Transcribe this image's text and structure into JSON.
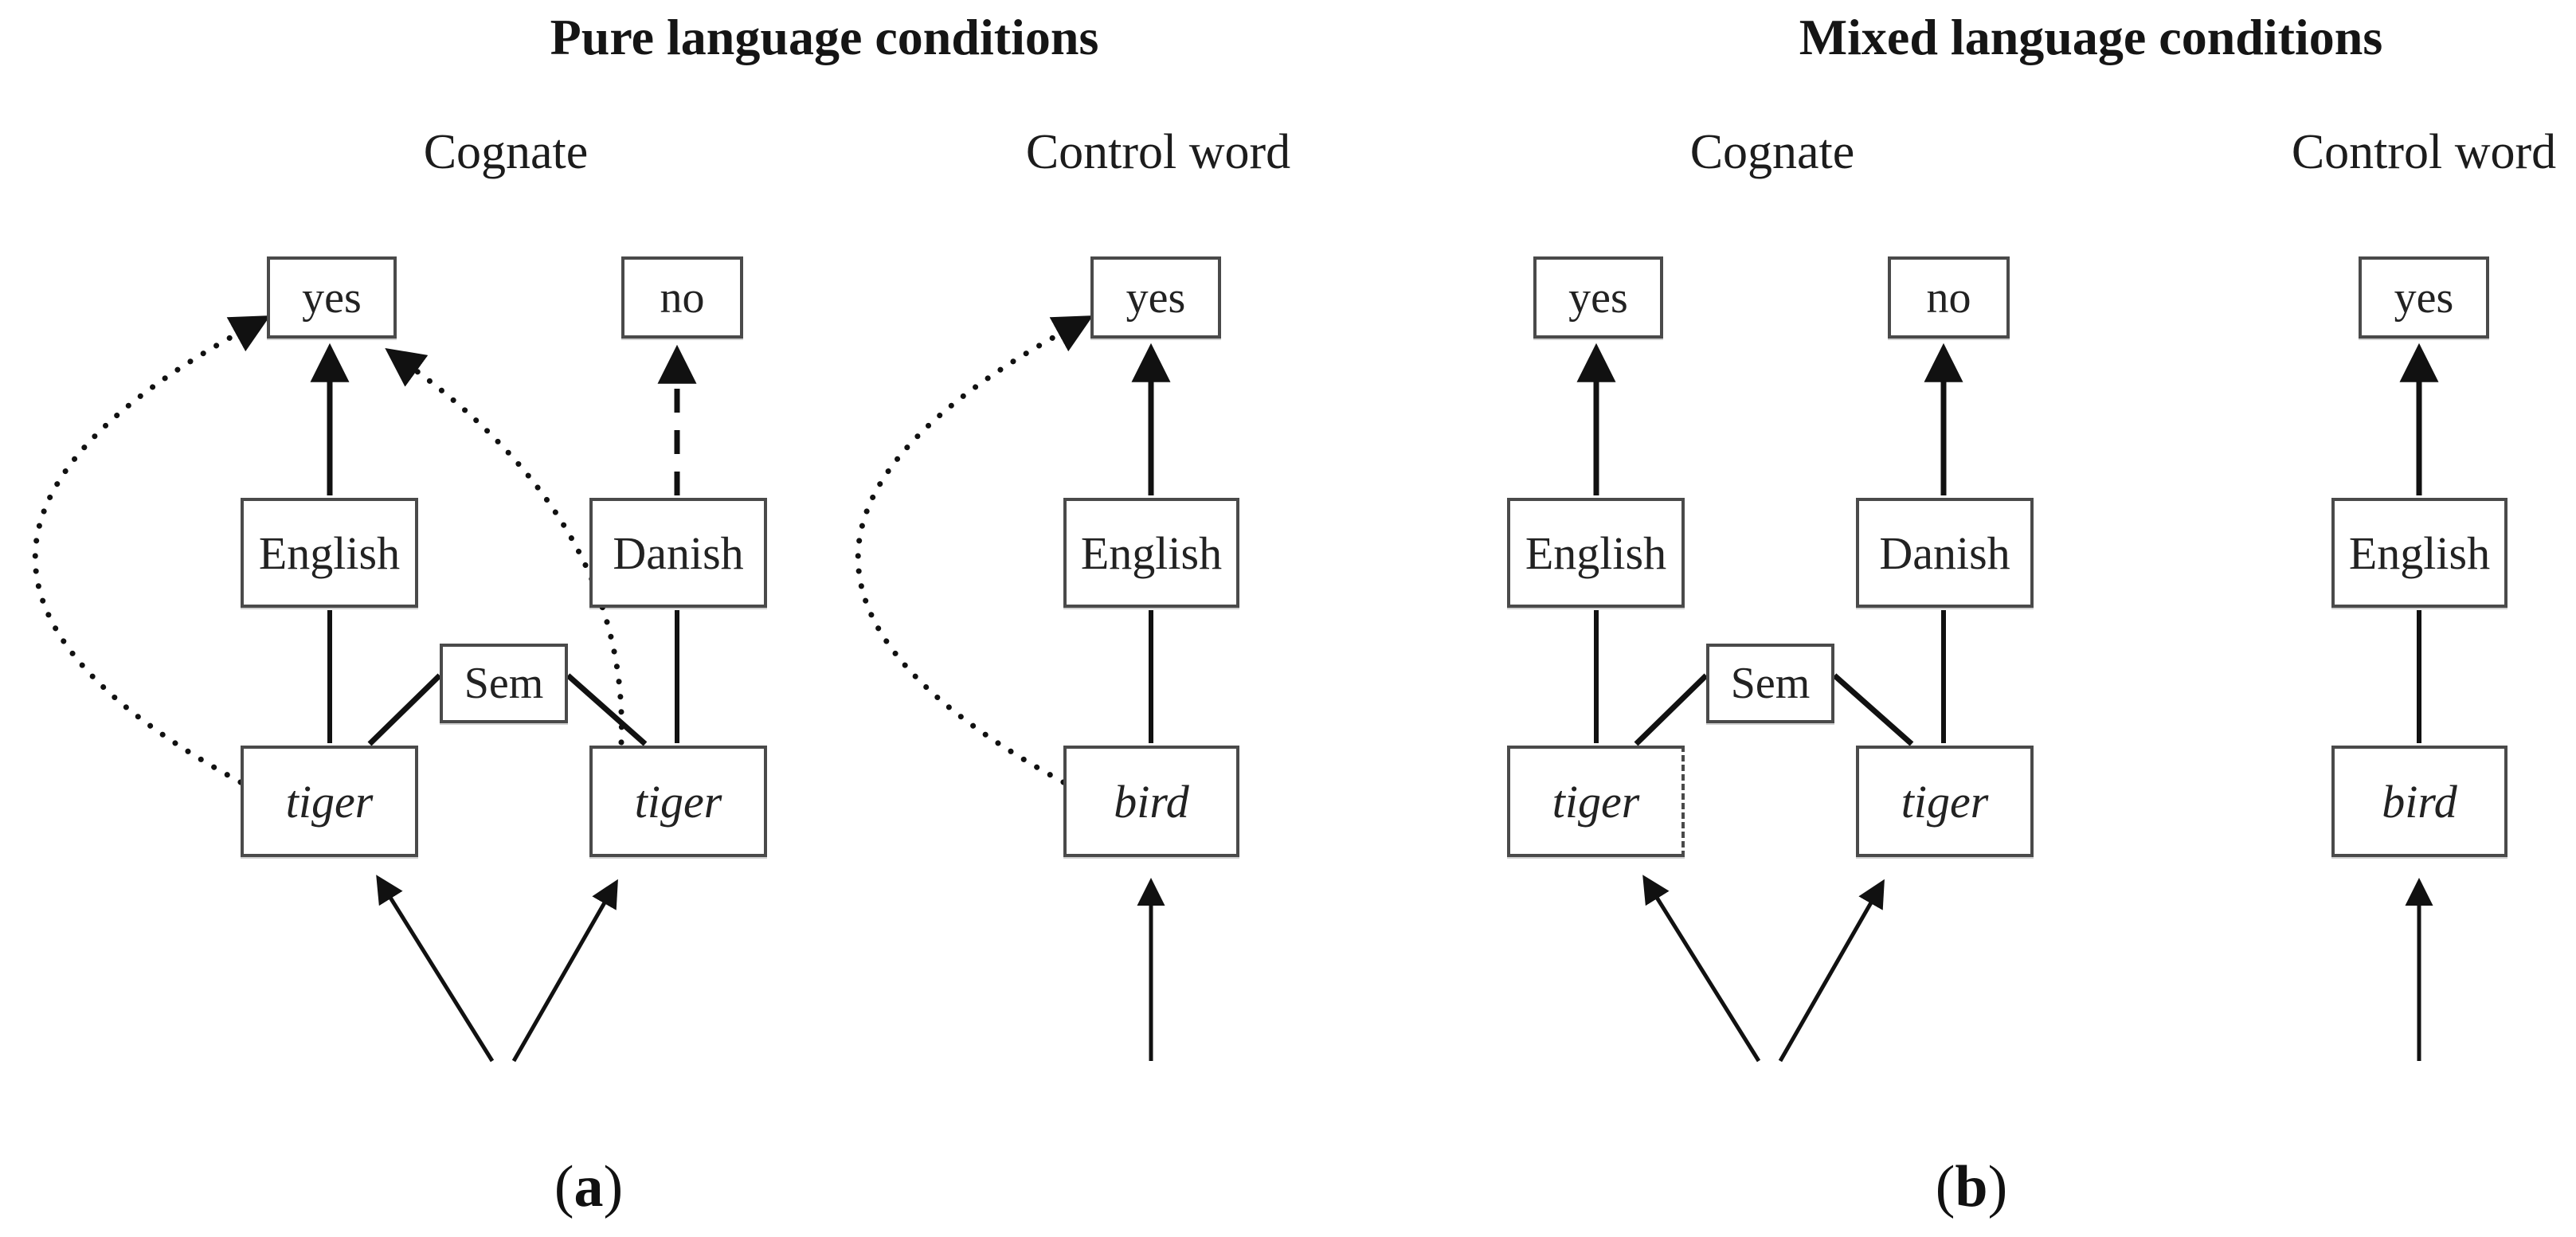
{
  "figure": {
    "kind": "two-panel psycholinguistics diagram",
    "colors": {
      "ink": "#111111",
      "box_border": "#4a4a4a",
      "background": "#ffffff"
    }
  },
  "left": {
    "title": "Pure language conditions",
    "cognate_label": "Cognate",
    "control_label": "Control word",
    "caption": {
      "open": "(",
      "letter": "a",
      "close": ")"
    },
    "cognate": {
      "yes": "yes",
      "no": "no",
      "lang_left": "English",
      "lang_right": "Danish",
      "sem": "Sem",
      "word_left": "tiger",
      "word_right": "tiger"
    },
    "control": {
      "yes": "yes",
      "lang": "English",
      "word": "bird"
    }
  },
  "right": {
    "title": "Mixed language conditions",
    "cognate_label": "Cognate",
    "control_label": "Control word",
    "caption": {
      "open": "(",
      "letter": "b",
      "close": ")"
    },
    "cognate": {
      "yes": "yes",
      "no": "no",
      "lang_left": "English",
      "lang_right": "Danish",
      "sem": "Sem",
      "word_left": "tiger",
      "word_right": "tiger"
    },
    "control": {
      "yes": "yes",
      "lang": "English",
      "word": "bird"
    }
  }
}
